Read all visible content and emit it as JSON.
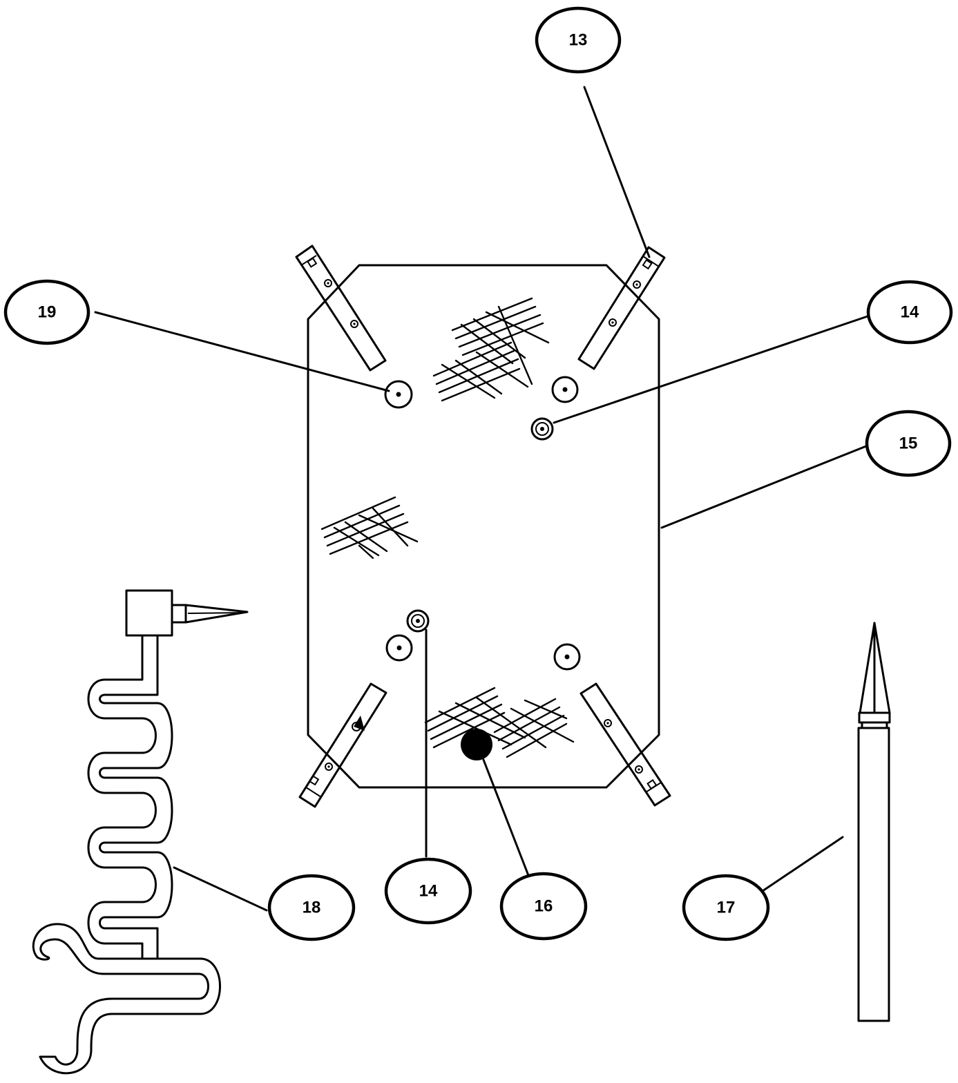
{
  "callouts": [
    {
      "id": "c13",
      "label": "13"
    },
    {
      "id": "c14a",
      "label": "14"
    },
    {
      "id": "c14b",
      "label": "14"
    },
    {
      "id": "c15",
      "label": "15"
    },
    {
      "id": "c16",
      "label": "16"
    },
    {
      "id": "c17",
      "label": "17"
    },
    {
      "id": "c18",
      "label": "18"
    },
    {
      "id": "c19",
      "label": "19"
    }
  ]
}
